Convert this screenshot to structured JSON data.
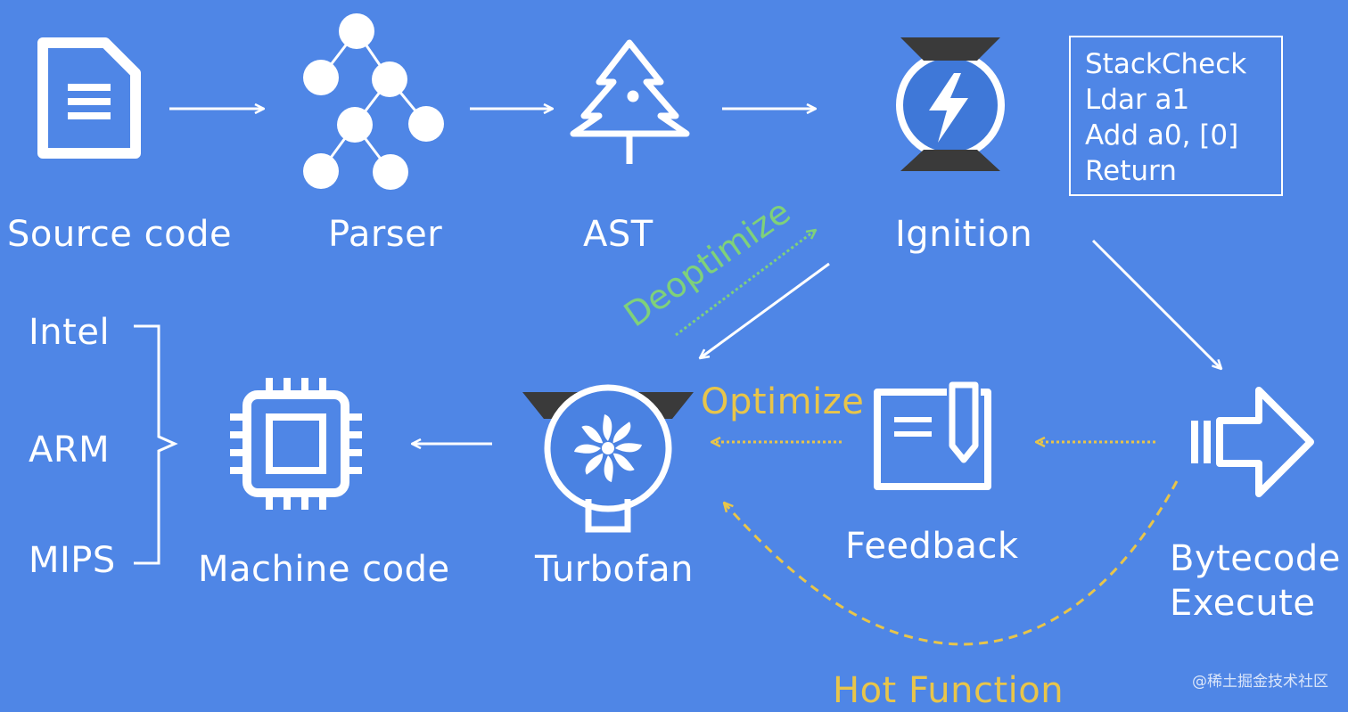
{
  "nodes": {
    "source_code": "Source code",
    "parser": "Parser",
    "ast": "AST",
    "ignition": "Ignition",
    "bytecode_execute_line1": "Bytecode",
    "bytecode_execute_line2": "Execute",
    "feedback": "Feedback",
    "turbofan": "Turbofan",
    "machine_code": "Machine code"
  },
  "architectures": [
    "Intel",
    "ARM",
    "MIPS"
  ],
  "bytecode_listing": [
    "StackCheck",
    "Ldar a1",
    "Add a0, [0]",
    "Return"
  ],
  "edge_labels": {
    "deoptimize": "Deoptimize",
    "optimize": "Optimize",
    "hot_function": "Hot Function"
  },
  "watermark": "@稀土掘金技术社区",
  "colors": {
    "background": "#4f86e6",
    "foreground": "#ffffff",
    "deoptimize": "#7fd17a",
    "optimize": "#e8c54a",
    "icon_dark": "#3a3a3a",
    "icon_blue": "#4f86e6"
  }
}
